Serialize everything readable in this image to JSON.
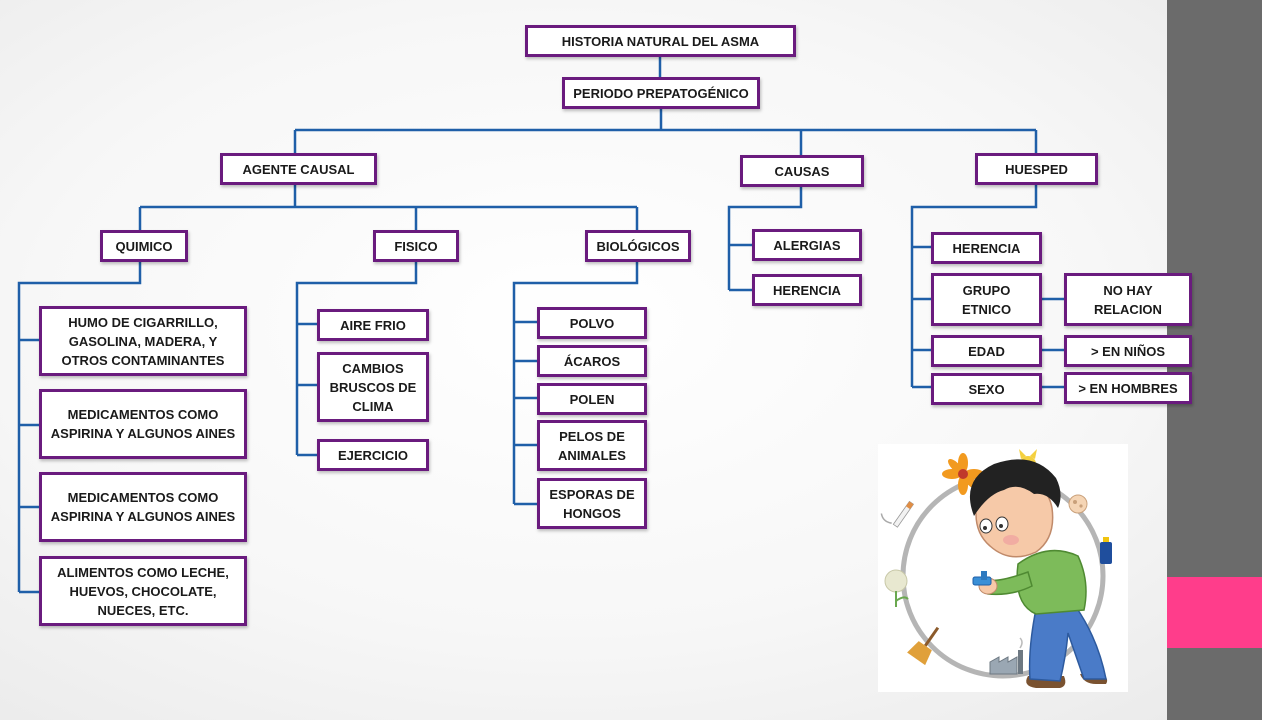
{
  "title": "HISTORIA NATURAL DEL ASMA",
  "period": "PERIODO PREPATOGÉNICO",
  "agent": {
    "label": "AGENTE CAUSAL",
    "quimico": {
      "label": "QUIMICO",
      "items": [
        "HUMO DE CIGARRILLO, GASOLINA, MADERA, Y OTROS CONTAMINANTES",
        "MEDICAMENTOS COMO ASPIRINA Y ALGUNOS AINES",
        "MEDICAMENTOS COMO ASPIRINA Y ALGUNOS AINES",
        "ALIMENTOS COMO LECHE, HUEVOS, CHOCOLATE, NUECES, ETC."
      ]
    },
    "fisico": {
      "label": "FISICO",
      "items": [
        "AIRE FRIO",
        "CAMBIOS BRUSCOS DE CLIMA",
        "EJERCICIO"
      ]
    },
    "biologicos": {
      "label": "BIOLÓGICOS",
      "items": [
        "POLVO",
        "ÁCAROS",
        "POLEN",
        "PELOS DE ANIMALES",
        "ESPORAS DE HONGOS"
      ]
    }
  },
  "causas": {
    "label": "CAUSAS",
    "items": [
      "ALERGIAS",
      "HERENCIA"
    ]
  },
  "huesped": {
    "label": "HUESPED",
    "items": [
      "HERENCIA",
      "GRUPO ETNICO",
      "EDAD",
      "SEXO"
    ],
    "details": [
      "NO HAY RELACION",
      "> EN NIÑOS",
      "> EN HOMBRES"
    ]
  },
  "colors": {
    "box_border": "#6a1b7e",
    "connector": "#1f5fa8",
    "sidebar": "#6b6b6b",
    "accent": "#ff3d8b"
  },
  "illustration": {
    "subject": "boy-using-inhaler",
    "ring_icons": [
      "flower-icon",
      "cat-icon",
      "cigarette-icon",
      "dandelion-icon",
      "spray-icon",
      "broom-icon",
      "factory-icon",
      "dust-icon"
    ]
  }
}
